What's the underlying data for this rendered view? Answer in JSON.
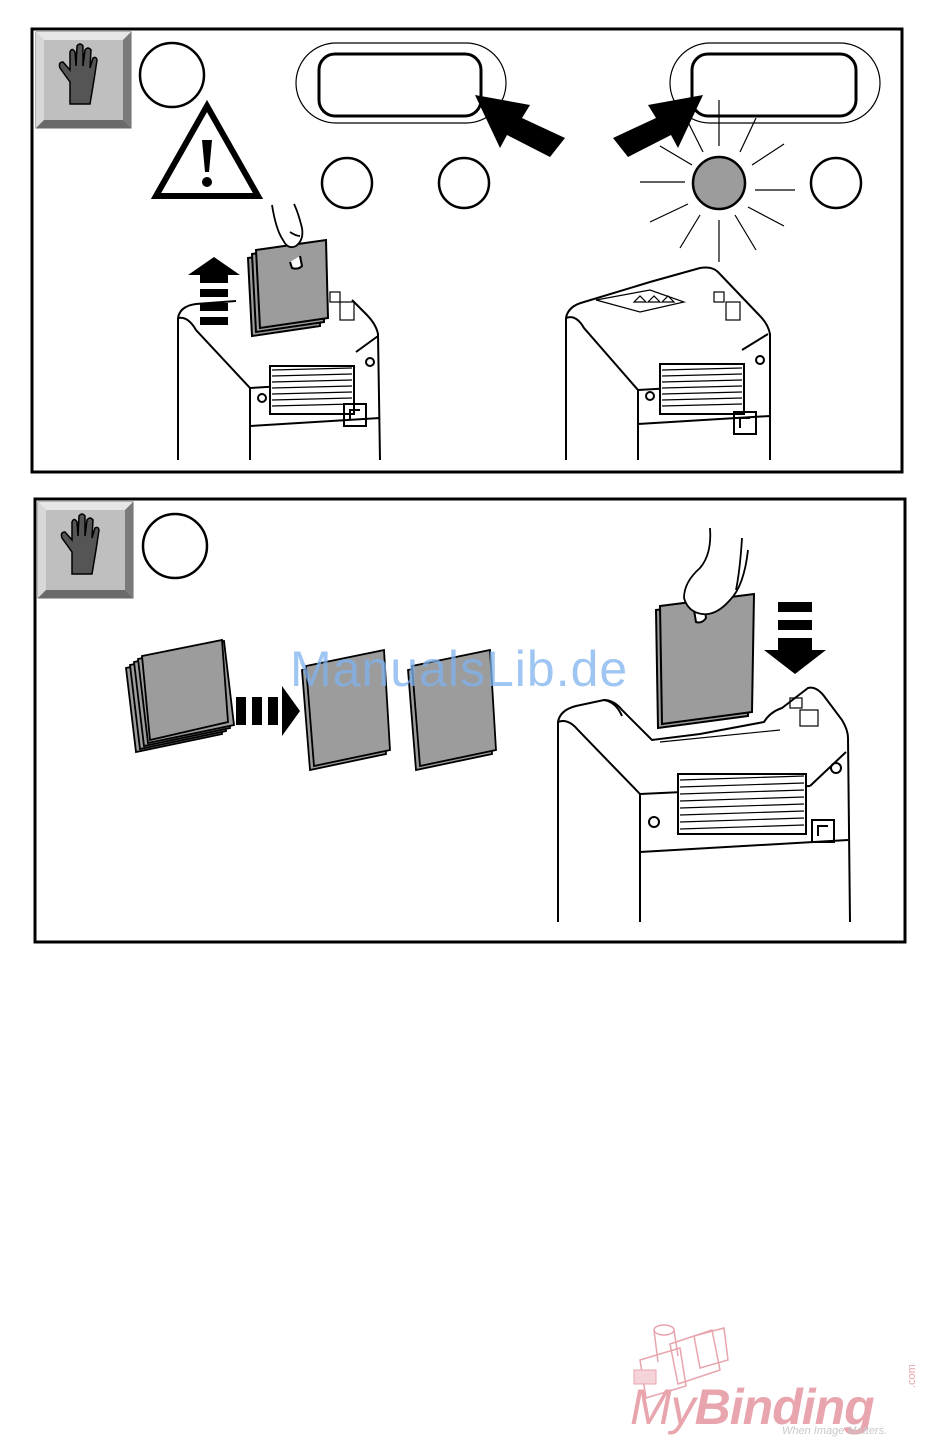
{
  "watermark": {
    "text": "ManualsLib.de"
  },
  "logo": {
    "brand_my": "My",
    "brand_binding": "Binding",
    "brand_suffix": ".com",
    "tagline": "When Image Matters."
  },
  "colors": {
    "line": "#000000",
    "gray_fill": "#9c9c9c",
    "glove_button": "#bfbfbf",
    "watermark": "#7fb2ee",
    "logo": "#e8a5ad"
  },
  "icons": [
    "glove-icon",
    "warning-icon",
    "light-burst-icon",
    "arrow-icon",
    "hand-icon"
  ]
}
